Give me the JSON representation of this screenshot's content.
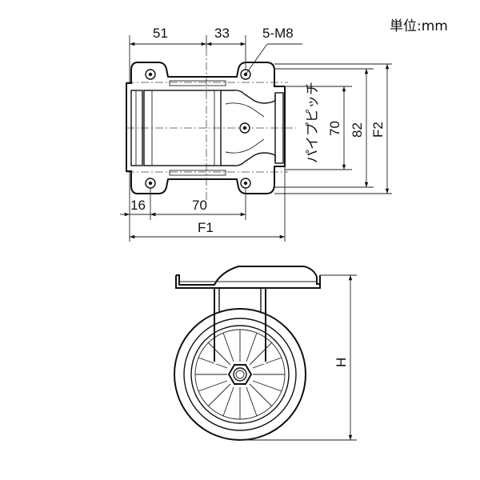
{
  "unit_label": "単位:mm",
  "top_view": {
    "dim_51": "51",
    "dim_33": "33",
    "dim_bolt": "5-M8",
    "dim_16": "16",
    "dim_70_bottom": "70",
    "dim_f1": "F1",
    "pipe_pitch_label": "パイプピッチ",
    "dim_70_vertical": "70",
    "dim_82": "82",
    "dim_f2": "F2"
  },
  "side_view": {
    "dim_h": "H"
  }
}
